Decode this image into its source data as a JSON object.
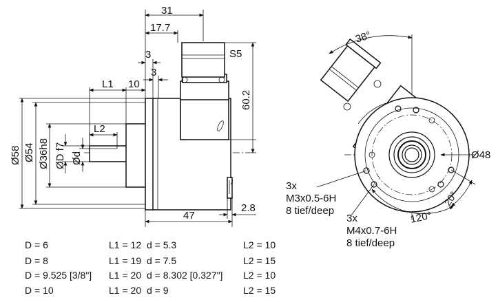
{
  "side_view": {
    "dims": {
      "d31": "31",
      "d17_7": "17.7",
      "d3a": "3",
      "d3b": "3",
      "s5": "S5",
      "l1": "L1",
      "d10": "10",
      "l2": "L2",
      "d60_2": "60.2",
      "d58": "Ø58",
      "d54": "Ø54",
      "d36": "Ø36h8",
      "dD": "ØD f7",
      "dd": "Ød",
      "d47": "47",
      "d2_8": "2.8"
    }
  },
  "front_view": {
    "dims": {
      "a38": "38°",
      "d48": "Ø48",
      "a120": "120°",
      "a20": "20°"
    },
    "notes": {
      "m3_count": "3x",
      "m3_thread": "M3x0.5-6H",
      "m3_depth": "8 tief/deep",
      "m4_count": "3x",
      "m4_thread": "M4x0.7-6H",
      "m4_depth": "8 tief/deep"
    }
  },
  "table": {
    "rows": [
      {
        "D": "D =   6",
        "L1": "L1 = 12",
        "d": "d =   5.3",
        "L2": "L2 = 10"
      },
      {
        "D": "D =   8",
        "L1": "L1 = 19",
        "d": "d =   7.5",
        "L2": "L2 = 15"
      },
      {
        "D": "D =   9.525 [3/8\"]",
        "L1": "L1 = 20",
        "d": "d =   8.302 [0.327\"]",
        "L2": "L2 = 10"
      },
      {
        "D": "D = 10",
        "L1": "L1 = 20",
        "d": "d =   9",
        "L2": "L2 = 15"
      }
    ]
  }
}
